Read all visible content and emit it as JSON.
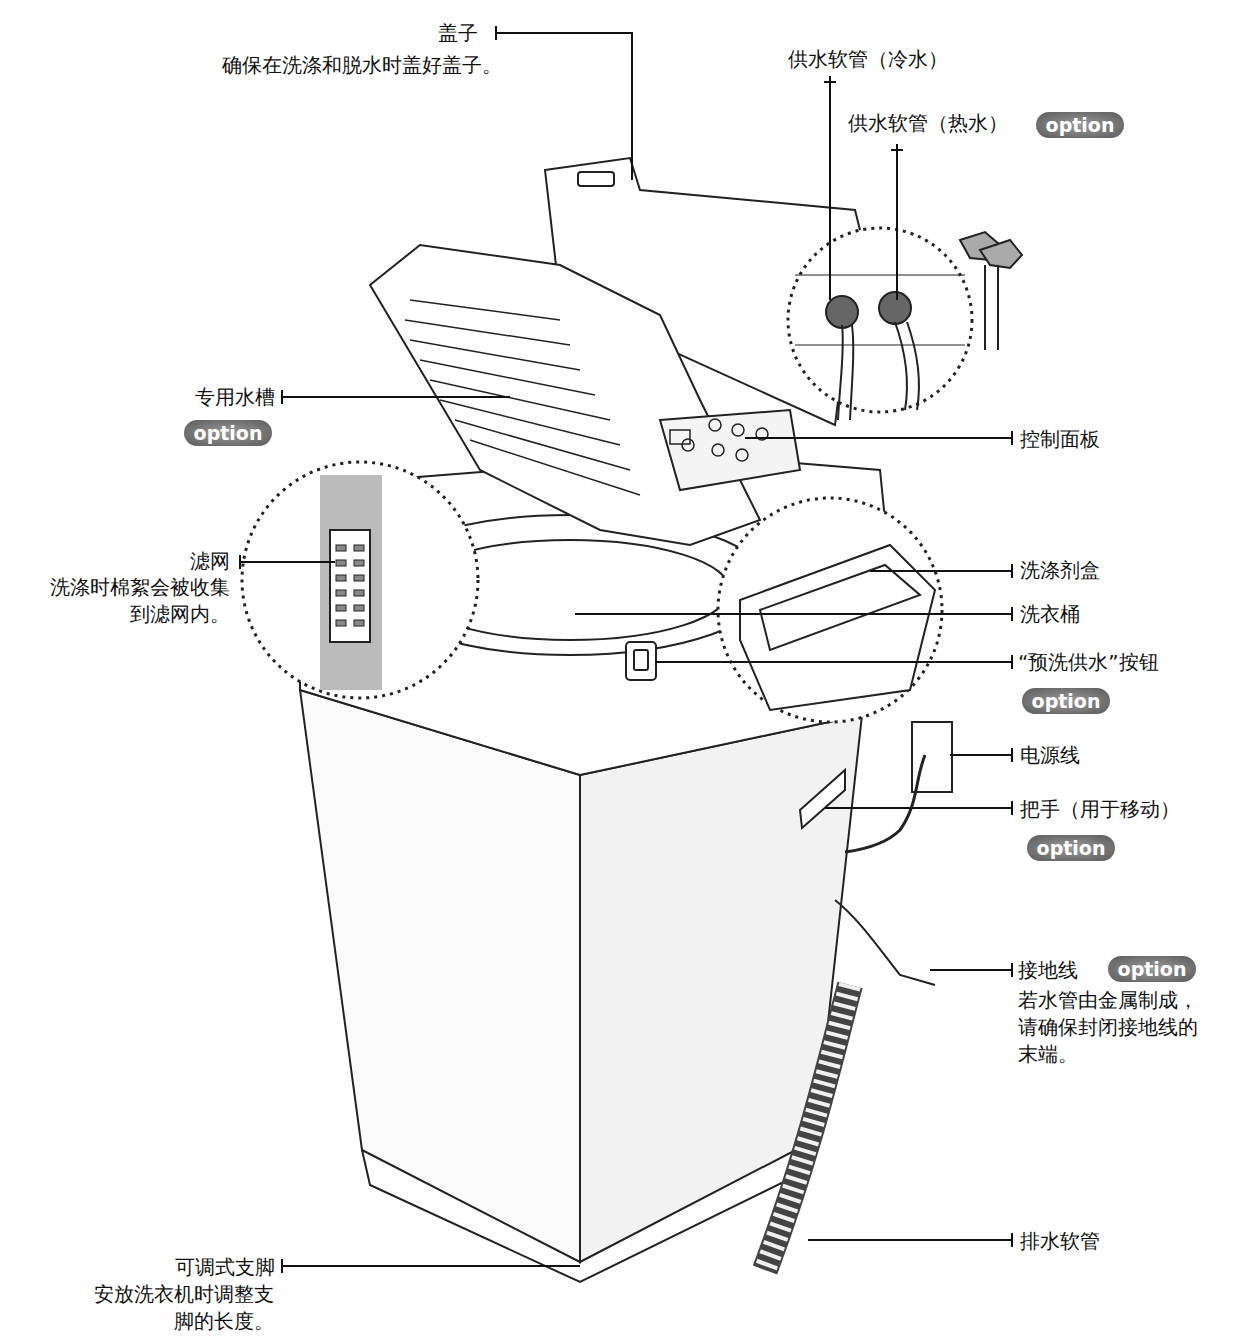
{
  "diagram": {
    "labels": [
      "盖子",
      "确保在洗涤和脱水时盖好盖子。",
      "供水软管（冷水）",
      "供水软管（热水）",
      "option",
      "专用水槽",
      "option",
      "控制面板",
      "滤网",
      "洗涤时棉絮会被收集 到滤网内。",
      "洗涤剂盒",
      "洗衣桶",
      "“预洗供水”按钮",
      "option",
      "电源线",
      "把手（用于移动）",
      "option",
      "接地线",
      "option",
      "若水管由金属制成， 请确保封闭接地线的 末端。",
      "排水软管",
      "可调式支脚",
      "安放洗衣机时调整支 脚的长度。"
    ]
  }
}
